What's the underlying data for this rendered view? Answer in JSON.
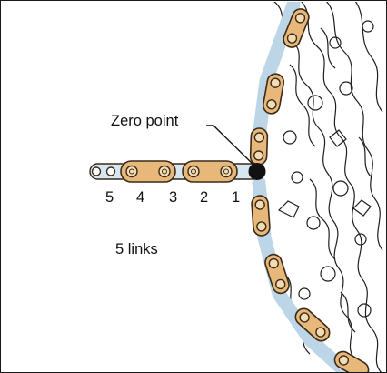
{
  "diagram": {
    "callout_label": "Zero point",
    "link_numbers": [
      "5",
      "4",
      "3",
      "2",
      "1"
    ],
    "summary_label": "5 links"
  },
  "colors": {
    "plate_fill": "#e8b87a",
    "plate_stroke": "#3a2a18",
    "pin_fill": "#f3dcb4",
    "inner_link_fill": "#d7e7f2",
    "cassette_stroke": "#1e1e1e",
    "zero_point": "#111111",
    "border": "#1a1a1a"
  }
}
